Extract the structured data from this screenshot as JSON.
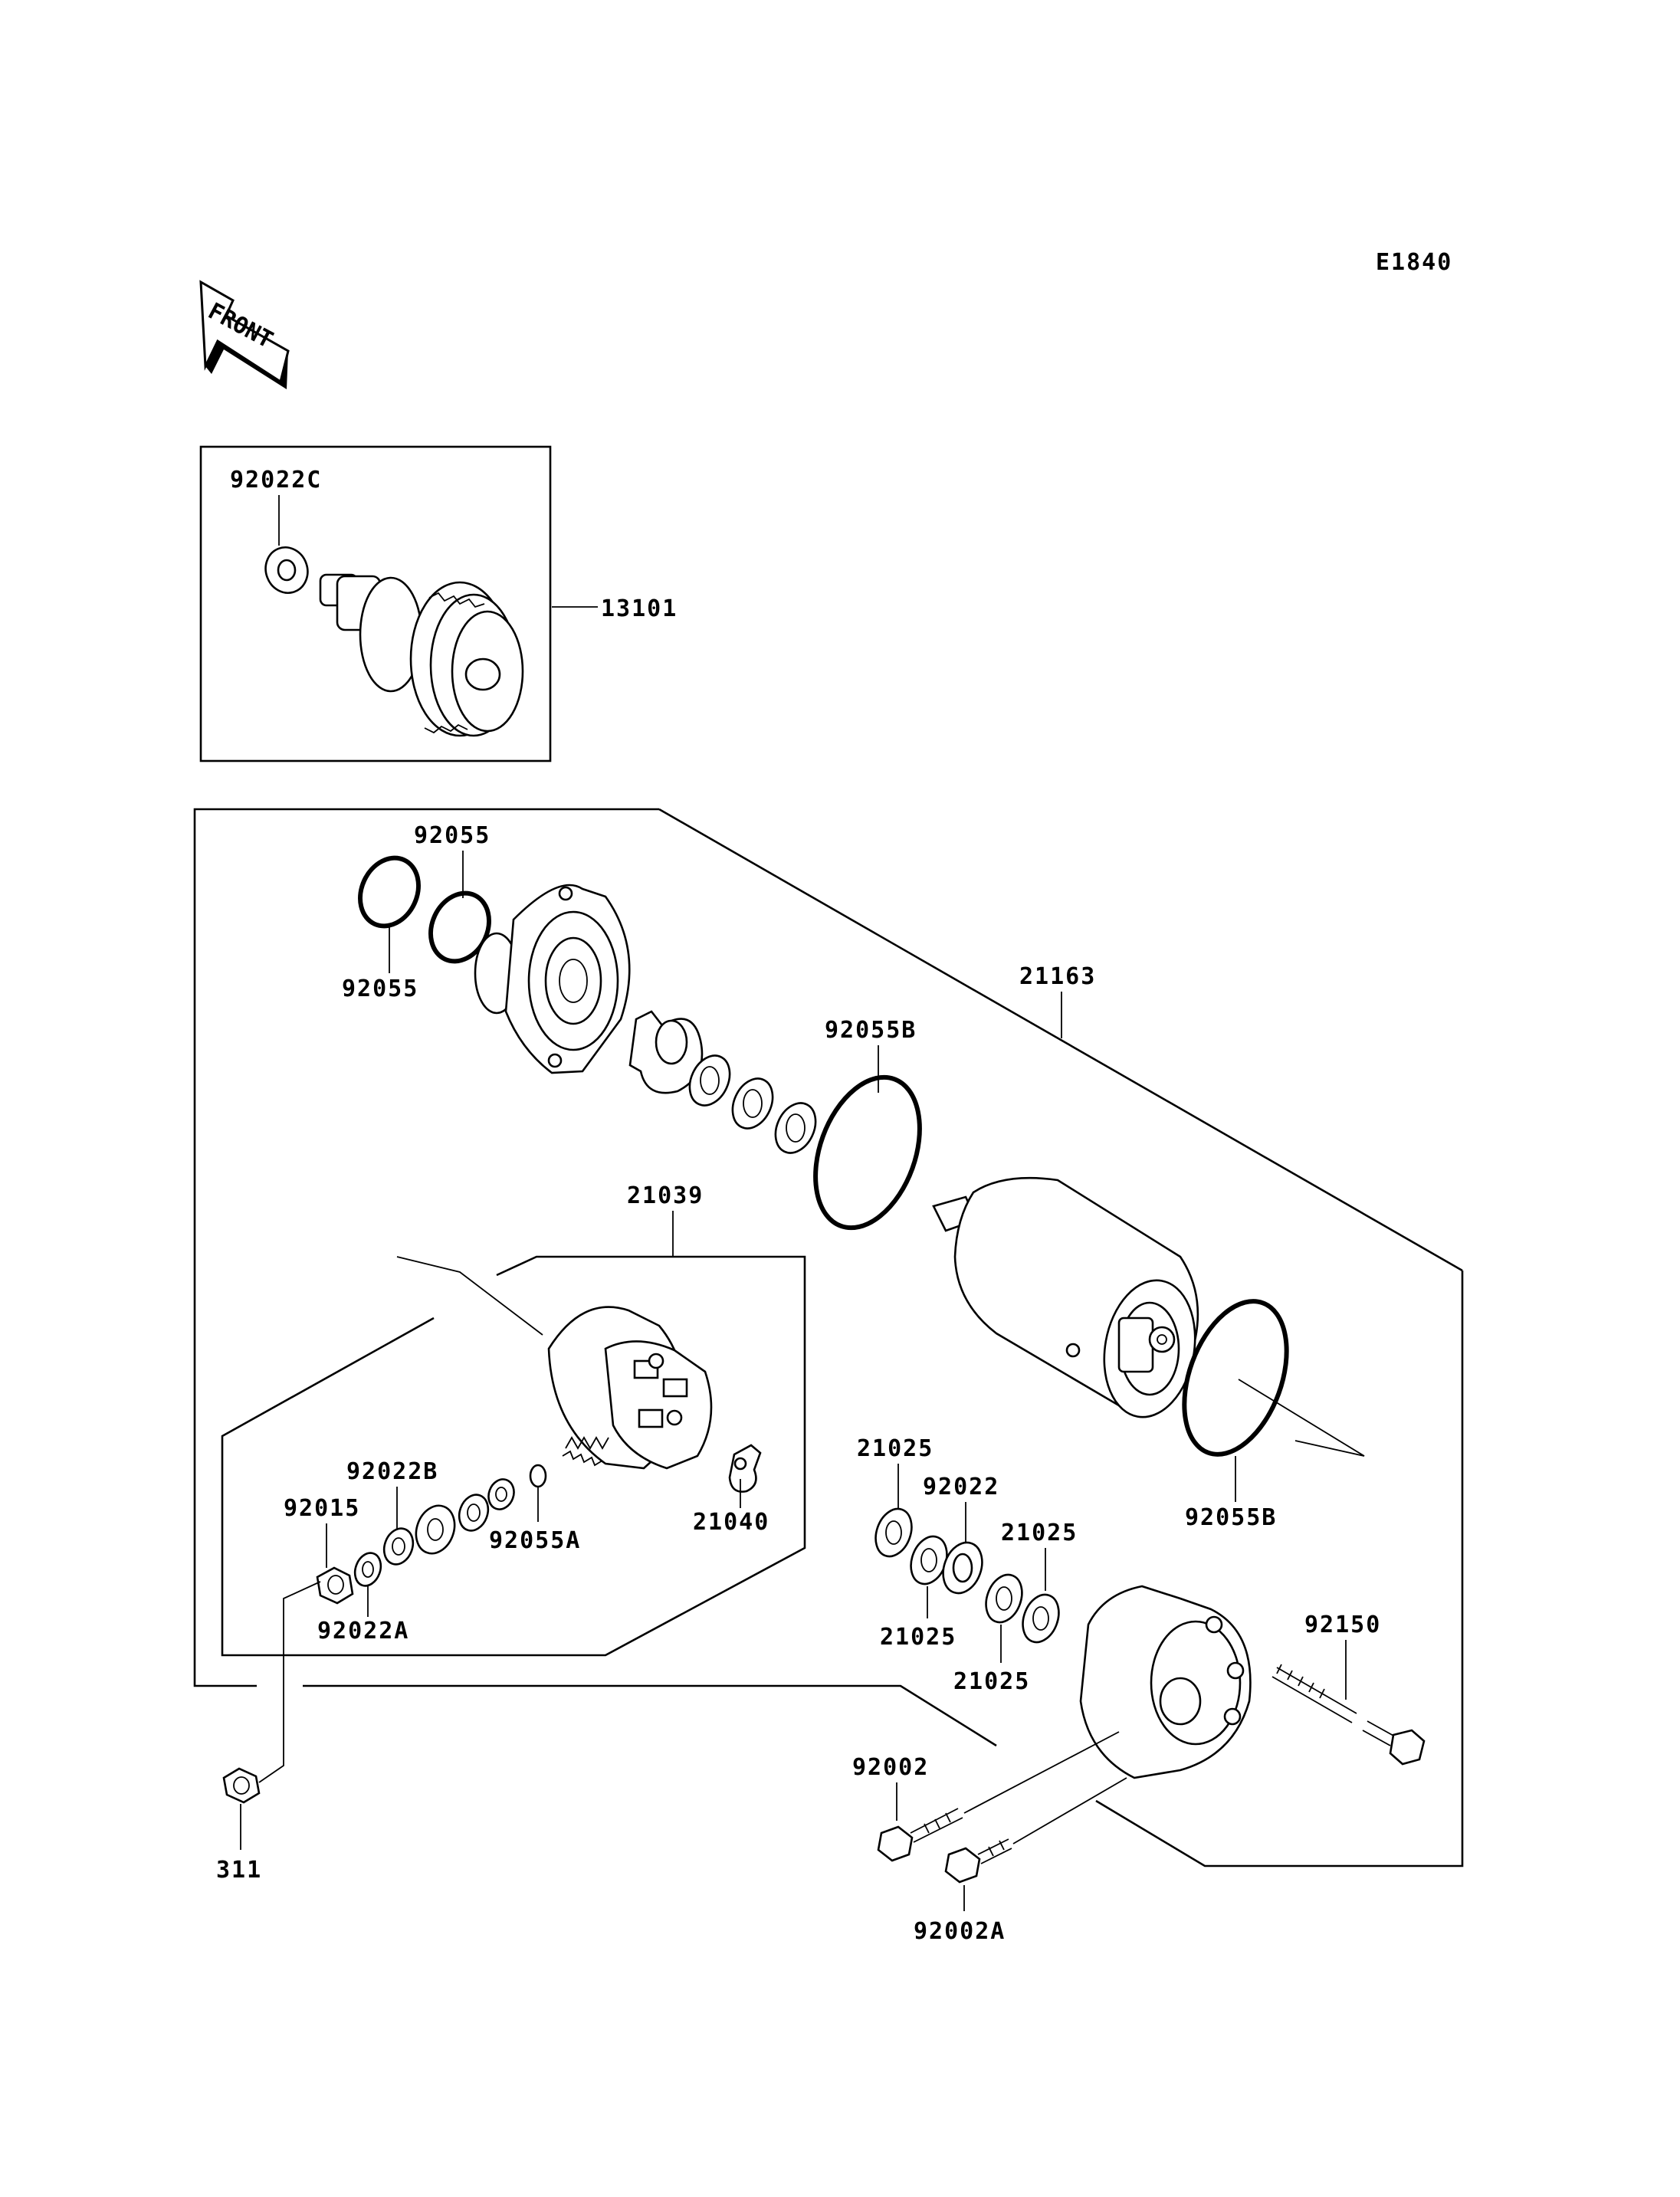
{
  "diagram_code": "E1840",
  "front_label": "FRONT",
  "labels": {
    "p92022C": "92022C",
    "p13101": "13101",
    "p92055_top": "92055",
    "p92055_left": "92055",
    "p21163": "21163",
    "p92055B_top": "92055B",
    "p21039": "21039",
    "p92022B": "92022B",
    "p92015": "92015",
    "p92055A": "92055A",
    "p21040": "21040",
    "p92022A": "92022A",
    "p311": "311",
    "p21025_a": "21025",
    "p92022": "92022",
    "p21025_b": "21025",
    "p21025_c": "21025",
    "p21025_d": "21025",
    "p92055B_bottom": "92055B",
    "p92150": "92150",
    "p92002": "92002",
    "p92002A": "92002A"
  }
}
